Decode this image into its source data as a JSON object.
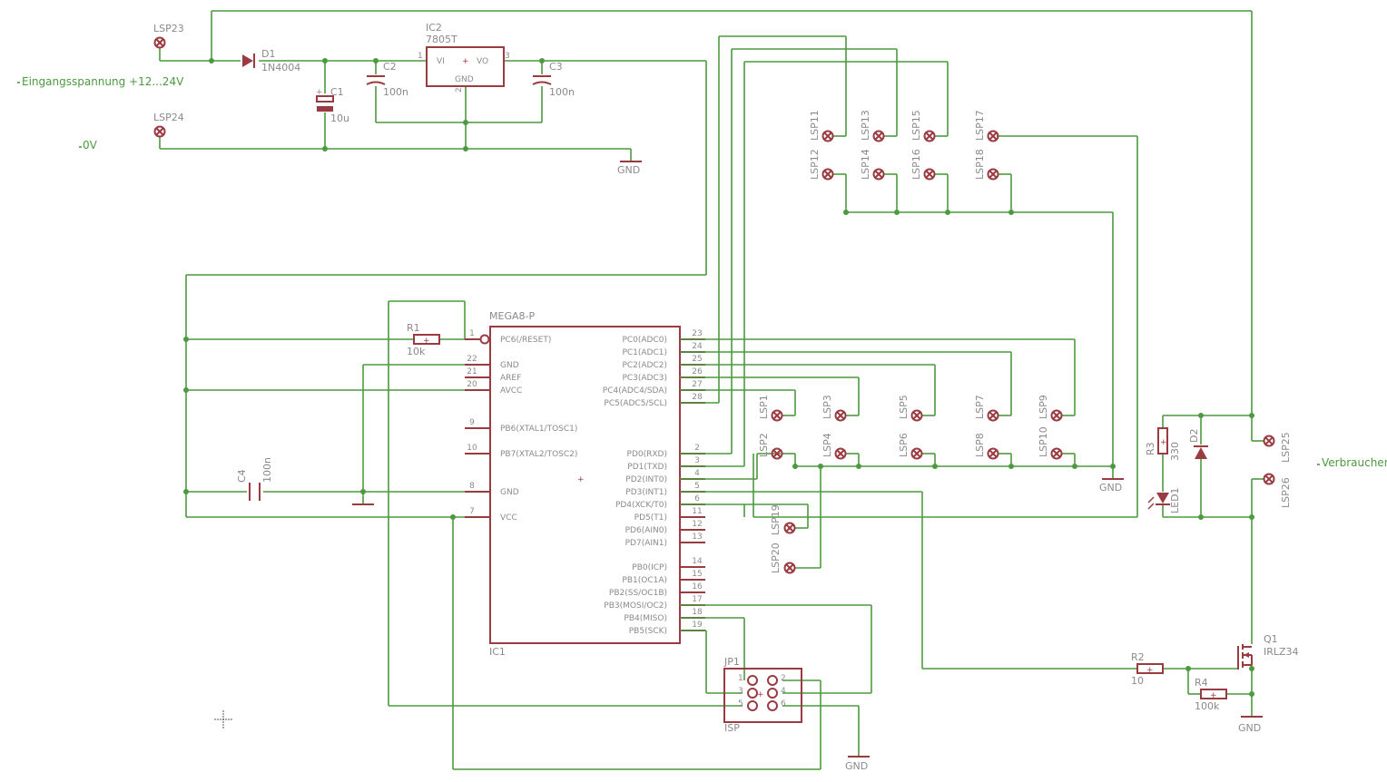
{
  "input_label": "Eingangsspannung +12...24V",
  "ground_label": "0V",
  "consumer_label": "Verbraucher",
  "gnd": "GND",
  "parts": {
    "lsp23": "LSP23",
    "lsp24": "LSP24",
    "d1": "D1",
    "d1_val": "1N4004",
    "c1": "C1",
    "c1_val": "10u",
    "c2": "C2",
    "c2_val": "100n",
    "c3": "C3",
    "c3_val": "100n",
    "ic2": "IC2",
    "ic2_val": "7805T",
    "ic2_vi": "VI",
    "ic2_vo": "VO",
    "ic2_gnd": "GND",
    "ic2_p1": "1",
    "ic2_p2": "2",
    "ic2_p3": "3",
    "r1": "R1",
    "r1_val": "10k",
    "c4": "C4",
    "c4_val": "100n",
    "ic1_name": "MEGA8-P",
    "ic1_ref": "IC1",
    "jp1": "JP1",
    "jp1_val": "ISP",
    "r2": "R2",
    "r2_val": "10",
    "r3": "R3",
    "r3_val": "330",
    "r4": "R4",
    "r4_val": "100k",
    "d2": "D2",
    "led1": "LED1",
    "q1": "Q1",
    "q1_val": "IRLZ34",
    "lsp25": "LSP25",
    "lsp26": "LSP26",
    "lsp19": "LSP19",
    "lsp20": "LSP20"
  },
  "ic1_left": [
    {
      "num": "1",
      "name": "PC6(/RESET)"
    },
    {
      "num": "22",
      "name": "GND"
    },
    {
      "num": "21",
      "name": "AREF"
    },
    {
      "num": "20",
      "name": "AVCC"
    },
    {
      "num": "9",
      "name": "PB6(XTAL1/TOSC1)"
    },
    {
      "num": "10",
      "name": "PB7(XTAL2/TOSC2)"
    },
    {
      "num": "8",
      "name": "GND"
    },
    {
      "num": "7",
      "name": "VCC"
    }
  ],
  "ic1_right": [
    {
      "num": "23",
      "name": "PC0(ADC0)"
    },
    {
      "num": "24",
      "name": "PC1(ADC1)"
    },
    {
      "num": "25",
      "name": "PC2(ADC2)"
    },
    {
      "num": "26",
      "name": "PC3(ADC3)"
    },
    {
      "num": "27",
      "name": "PC4(ADC4/SDA)"
    },
    {
      "num": "28",
      "name": "PC5(ADC5/SCL)"
    },
    {
      "num": "2",
      "name": "PD0(RXD)"
    },
    {
      "num": "3",
      "name": "PD1(TXD)"
    },
    {
      "num": "4",
      "name": "PD2(INT0)"
    },
    {
      "num": "5",
      "name": "PD3(INT1)"
    },
    {
      "num": "6",
      "name": "PD4(XCK/T0)"
    },
    {
      "num": "11",
      "name": "PD5(T1)"
    },
    {
      "num": "12",
      "name": "PD6(AIN0)"
    },
    {
      "num": "13",
      "name": "PD7(AIN1)"
    },
    {
      "num": "14",
      "name": "PB0(ICP)"
    },
    {
      "num": "15",
      "name": "PB1(OC1A)"
    },
    {
      "num": "16",
      "name": "PB2(SS/OC1B)"
    },
    {
      "num": "17",
      "name": "PB3(MOSI/OC2)"
    },
    {
      "num": "18",
      "name": "PB4(MISO)"
    },
    {
      "num": "19",
      "name": "PB5(SCK)"
    }
  ],
  "jp1_pins": [
    "1",
    "2",
    "3",
    "4",
    "5",
    "6"
  ],
  "top_pads": [
    {
      "a": "LSP11",
      "b": "LSP12"
    },
    {
      "a": "LSP13",
      "b": "LSP14"
    },
    {
      "a": "LSP15",
      "b": "LSP16"
    },
    {
      "a": "LSP17",
      "b": "LSP18"
    }
  ],
  "mid_pads": [
    {
      "a": "LSP1",
      "b": "LSP2"
    },
    {
      "a": "LSP3",
      "b": "LSP4"
    },
    {
      "a": "LSP5",
      "b": "LSP6"
    },
    {
      "a": "LSP7",
      "b": "LSP8"
    },
    {
      "a": "LSP9",
      "b": "LSP10"
    }
  ]
}
